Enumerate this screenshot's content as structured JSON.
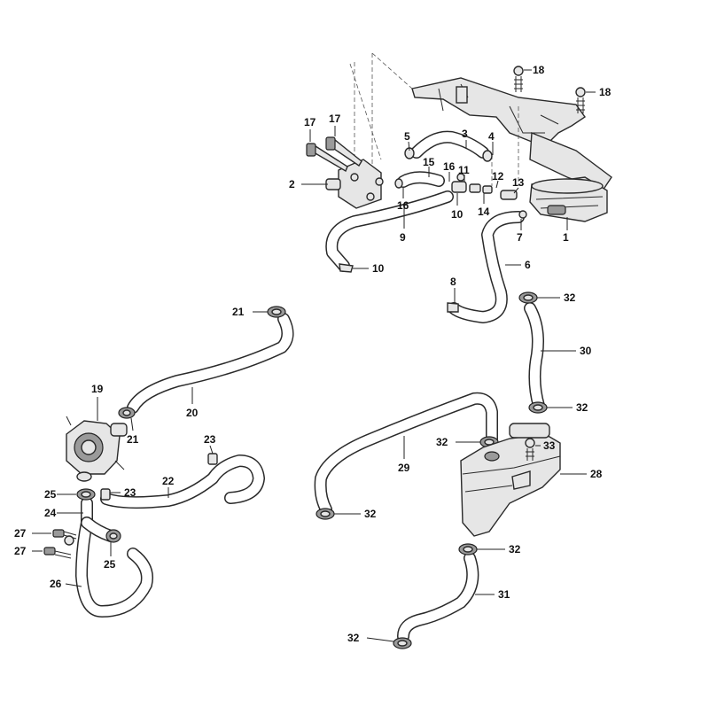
{
  "callouts": [
    {
      "id": "c1",
      "label": "1"
    },
    {
      "id": "c2",
      "label": "2"
    },
    {
      "id": "c3",
      "label": "3"
    },
    {
      "id": "c4",
      "label": "4"
    },
    {
      "id": "c5",
      "label": "5"
    },
    {
      "id": "c6",
      "label": "6"
    },
    {
      "id": "c7",
      "label": "7"
    },
    {
      "id": "c8",
      "label": "8"
    },
    {
      "id": "c9",
      "label": "9"
    },
    {
      "id": "c10a",
      "label": "10"
    },
    {
      "id": "c10b",
      "label": "10"
    },
    {
      "id": "c11",
      "label": "11"
    },
    {
      "id": "c12",
      "label": "12"
    },
    {
      "id": "c13",
      "label": "13"
    },
    {
      "id": "c14",
      "label": "14"
    },
    {
      "id": "c15",
      "label": "15"
    },
    {
      "id": "c16a",
      "label": "16"
    },
    {
      "id": "c16b",
      "label": "16"
    },
    {
      "id": "c17a",
      "label": "17"
    },
    {
      "id": "c17b",
      "label": "17"
    },
    {
      "id": "c18a",
      "label": "18"
    },
    {
      "id": "c18b",
      "label": "18"
    },
    {
      "id": "c19",
      "label": "19"
    },
    {
      "id": "c20",
      "label": "20"
    },
    {
      "id": "c21a",
      "label": "21"
    },
    {
      "id": "c21b",
      "label": "21"
    },
    {
      "id": "c22",
      "label": "22"
    },
    {
      "id": "c23a",
      "label": "23"
    },
    {
      "id": "c23b",
      "label": "23"
    },
    {
      "id": "c24",
      "label": "24"
    },
    {
      "id": "c25a",
      "label": "25"
    },
    {
      "id": "c25b",
      "label": "25"
    },
    {
      "id": "c26",
      "label": "26"
    },
    {
      "id": "c27a",
      "label": "27"
    },
    {
      "id": "c27b",
      "label": "27"
    },
    {
      "id": "c28",
      "label": "28"
    },
    {
      "id": "c29",
      "label": "29"
    },
    {
      "id": "c30",
      "label": "30"
    },
    {
      "id": "c31",
      "label": "31"
    },
    {
      "id": "c32a",
      "label": "32"
    },
    {
      "id": "c32b",
      "label": "32"
    },
    {
      "id": "c32c",
      "label": "32"
    },
    {
      "id": "c32d",
      "label": "32"
    },
    {
      "id": "c32e",
      "label": "32"
    },
    {
      "id": "c32f",
      "label": "32"
    },
    {
      "id": "c33",
      "label": "33"
    }
  ]
}
